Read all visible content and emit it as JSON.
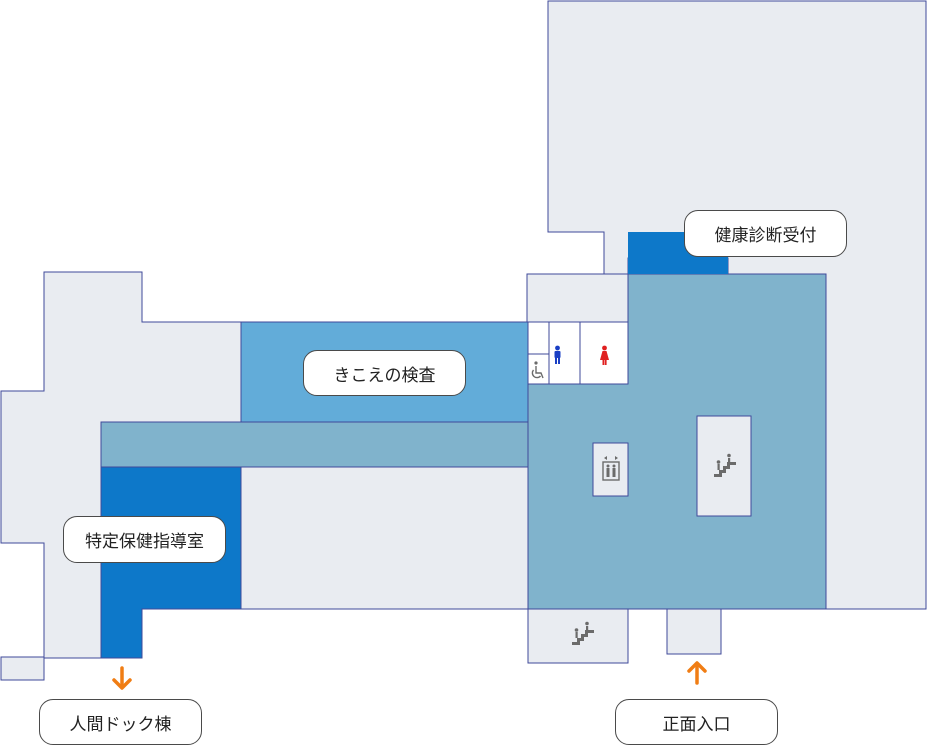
{
  "rooms": {
    "hearing_test": "きこえの検査",
    "specific_health_guidance": "特定保健指導室",
    "health_checkup_reception": "健康診断受付"
  },
  "directions": {
    "ningen_dock": "人間ドック棟",
    "main_entrance": "正面入口"
  },
  "colors": {
    "floor": "#e9ecf1",
    "outline": "#3f4a9a",
    "hall": "#80b3cc",
    "highlight_light": "#62acd9",
    "highlight_dark": "#0d78c9",
    "arrow": "#f07d14",
    "male": "#1a3fc4",
    "female": "#e02020",
    "facility_icon": "#6b6b6b"
  },
  "icons": [
    "accessible-toilet-icon",
    "male-toilet-icon",
    "female-toilet-icon",
    "elevator-icon",
    "stairs-icon",
    "arrow-down-icon",
    "arrow-up-icon"
  ]
}
